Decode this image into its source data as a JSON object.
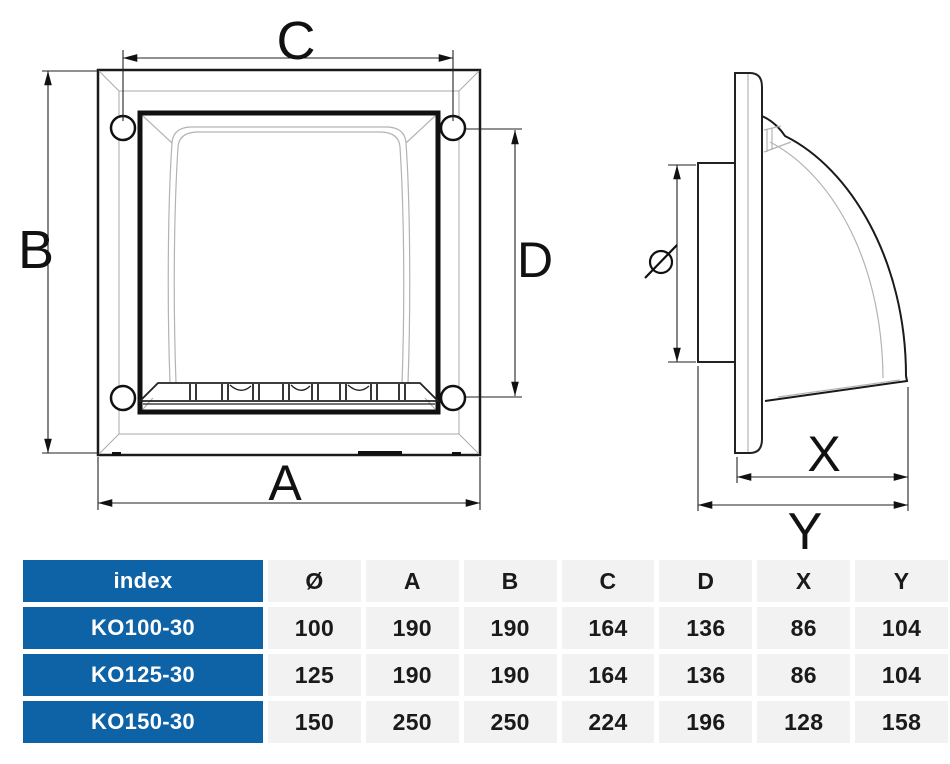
{
  "diagram": {
    "labels": {
      "a": "A",
      "b": "B",
      "c": "C",
      "d": "D",
      "x": "X",
      "y": "Y"
    }
  },
  "table": {
    "headers": [
      "index",
      "Ø",
      "A",
      "B",
      "C",
      "D",
      "X",
      "Y"
    ],
    "rows": [
      {
        "index": "KO100-30",
        "values": [
          "100",
          "190",
          "190",
          "164",
          "136",
          "86",
          "104"
        ]
      },
      {
        "index": "KO125-30",
        "values": [
          "125",
          "190",
          "190",
          "164",
          "136",
          "86",
          "104"
        ]
      },
      {
        "index": "KO150-30",
        "values": [
          "150",
          "250",
          "250",
          "224",
          "196",
          "128",
          "158"
        ]
      }
    ]
  },
  "colors": {
    "accent_blue": "#0e62a6",
    "cell_gray": "#f2f2f2",
    "line_dark": "#1a1a1a"
  }
}
